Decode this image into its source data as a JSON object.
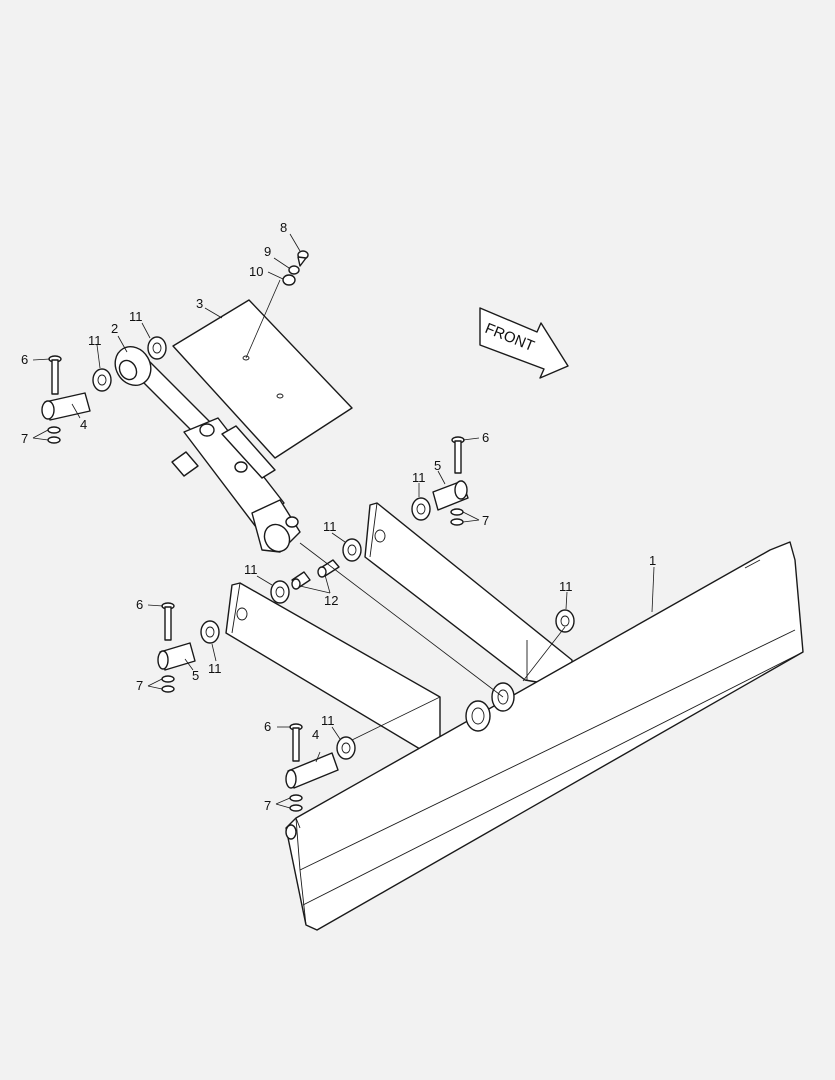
{
  "front_arrow": {
    "label": "FRONT"
  },
  "callouts": {
    "c1": "1",
    "c2": "2",
    "c3": "3",
    "c4a": "4",
    "c4b": "4",
    "c5a": "5",
    "c5b": "5",
    "c6a": "6",
    "c6b": "6",
    "c6c": "6",
    "c6d": "6",
    "c7a": "7",
    "c7b": "7",
    "c7c": "7",
    "c7d": "7",
    "c8": "8",
    "c9": "9",
    "c10": "10",
    "c11a": "11",
    "c11b": "11",
    "c11c": "11",
    "c11d": "11",
    "c11e": "11",
    "c11f": "11",
    "c11g": "11",
    "c12": "12"
  }
}
